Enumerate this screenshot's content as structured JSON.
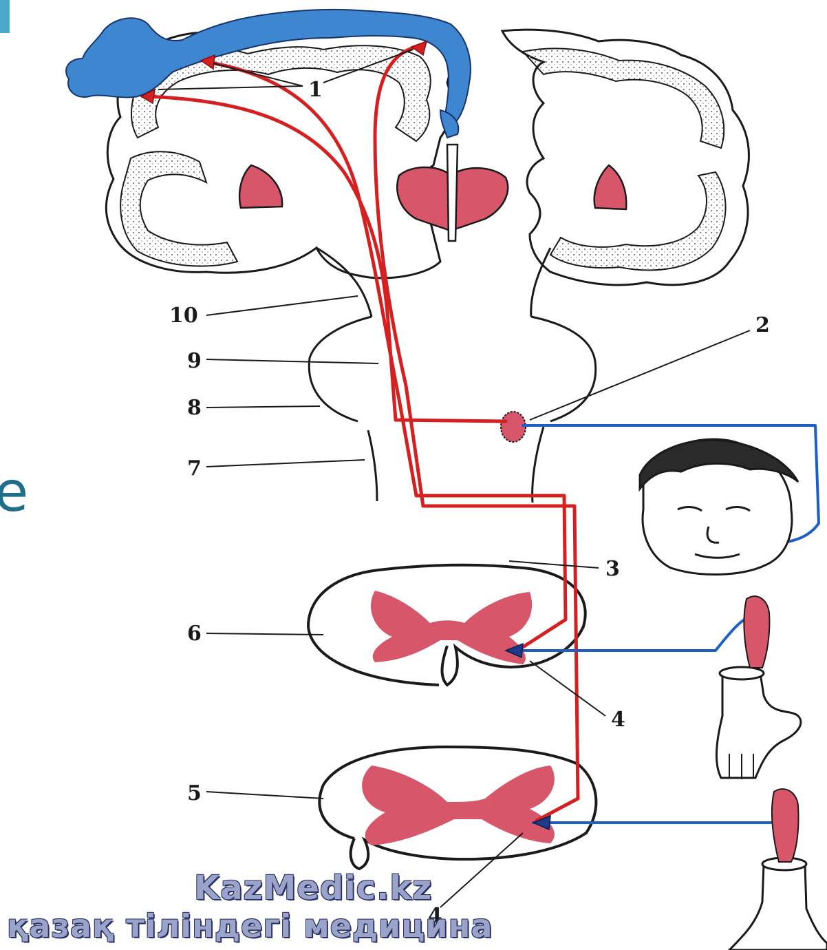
{
  "labels": {
    "l1": "1",
    "l2": "2",
    "l3": "3",
    "l4a": "4",
    "l4b": "4",
    "l5": "5",
    "l6": "6",
    "l7": "7",
    "l8": "8",
    "l9": "9",
    "l10": "10"
  },
  "watermark": {
    "line1": "KazMedic.kz",
    "line2": "қазақ тіліндегі медицина"
  },
  "edge_letter": "e",
  "colors": {
    "motor_pathway": "#d42020",
    "peripheral_nerve": "#1d5fc4",
    "gray_matter": "#d8566a",
    "homunculus": "#3e86cf",
    "outline": "#1a1a1a"
  }
}
